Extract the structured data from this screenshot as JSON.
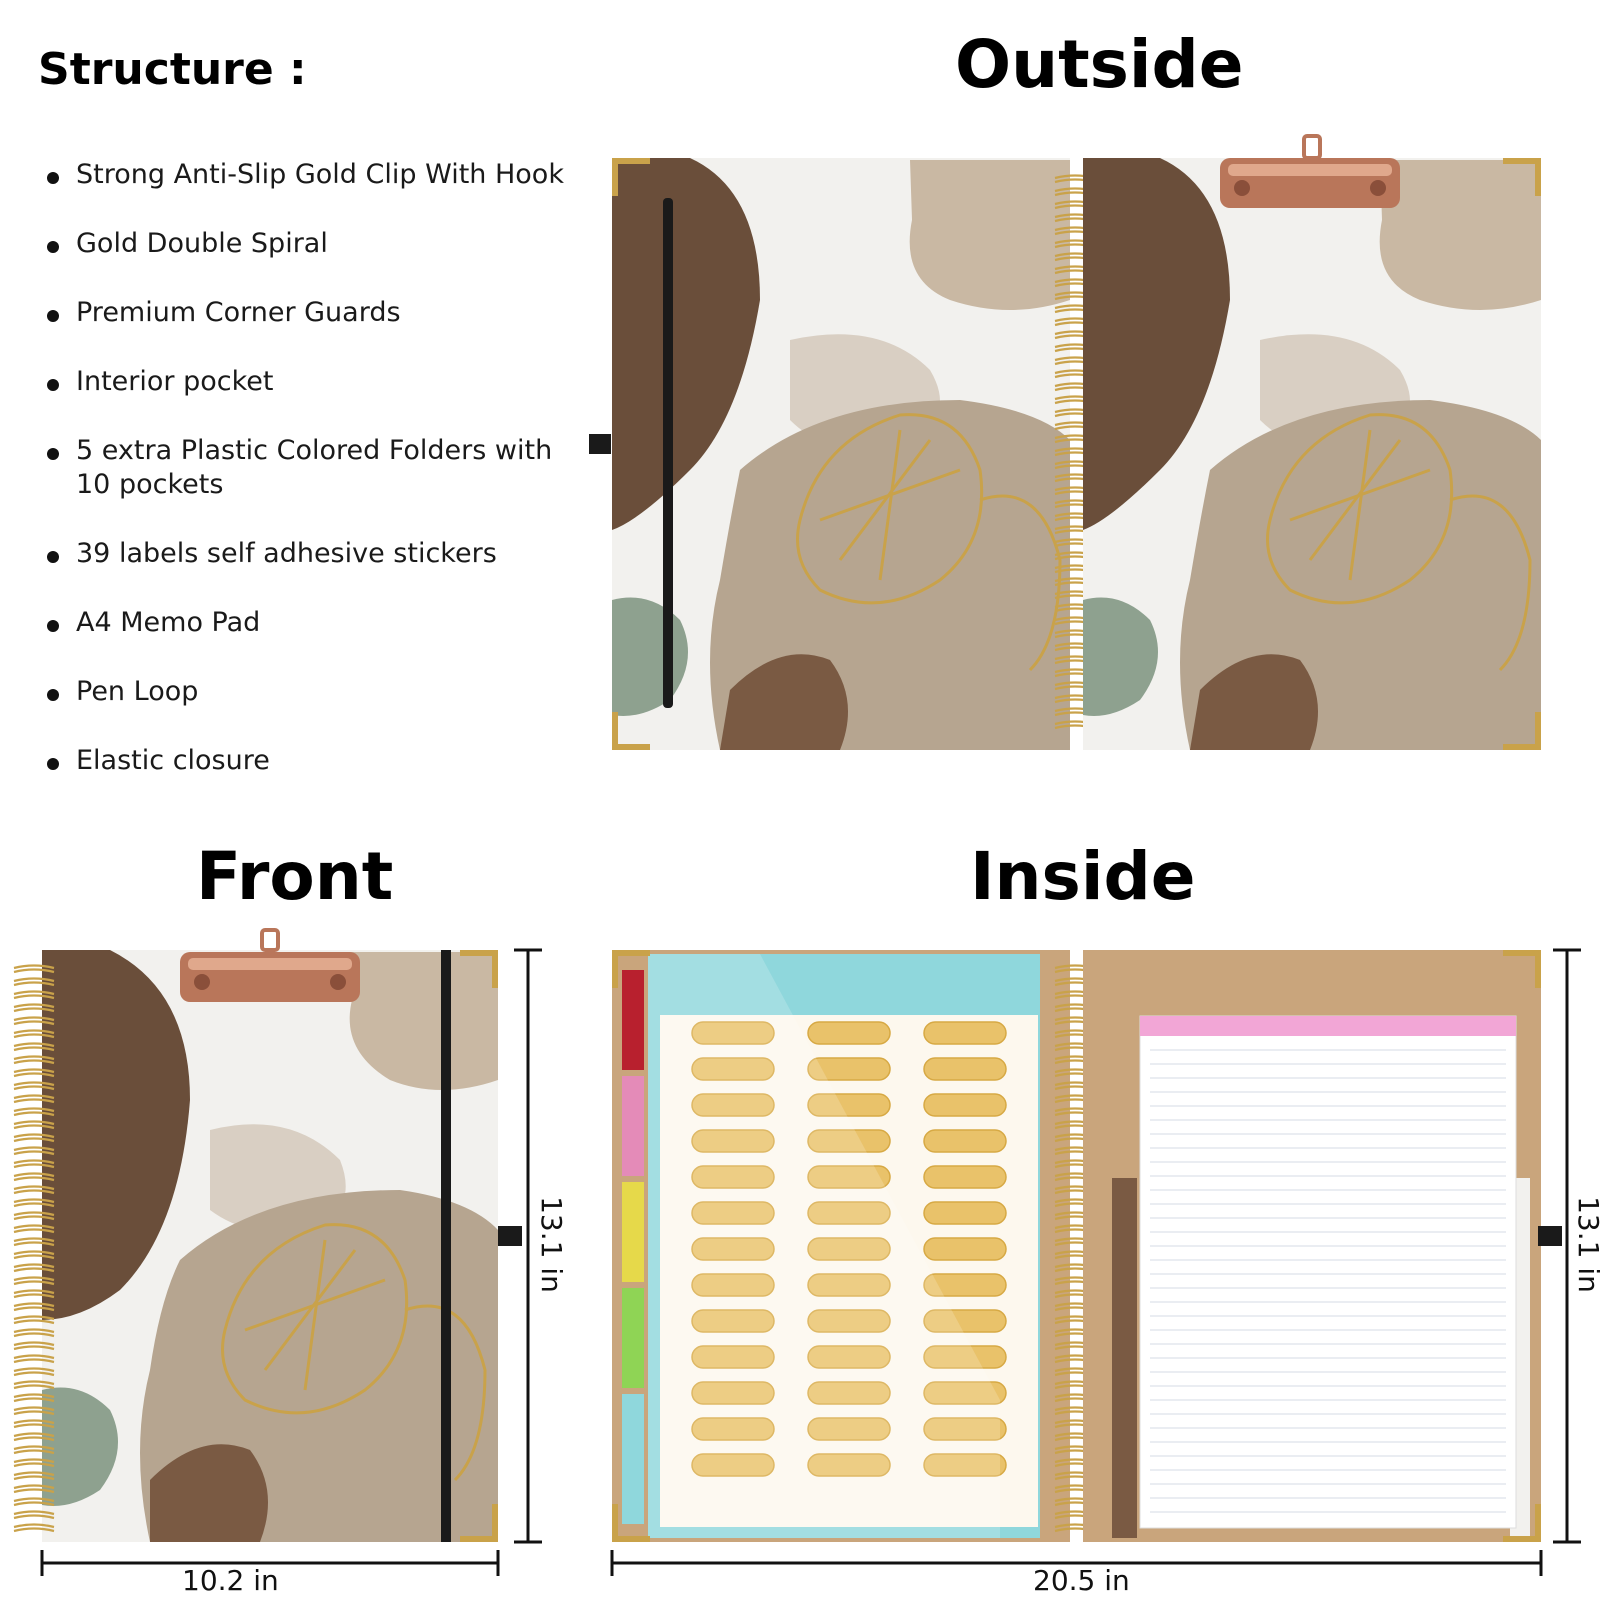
{
  "structure": {
    "title": "Structure :",
    "features": [
      "Strong Anti-Slip Gold Clip With Hook",
      "Gold Double Spiral",
      "Premium Corner Guards",
      "Interior pocket",
      "5 extra Plastic Colored Folders with 10 pockets",
      "39 labels self adhesive stickers",
      "A4 Memo Pad",
      "Pen Loop",
      "Elastic closure"
    ]
  },
  "sections": {
    "outside": "Outside",
    "front": "Front",
    "inside": "Inside"
  },
  "dimensions": {
    "front_width": "10.2 in",
    "front_height": "13.1 in",
    "inside_width": "20.5 in",
    "inside_height": "13.1 in"
  },
  "colors": {
    "dark_brown": "#6a4e3a",
    "beige": "#b6a590",
    "tan": "#c9b8a3",
    "sage": "#8ea18f",
    "gold": "#c9a24a",
    "rose_gold": "#b9765a",
    "folder_blue": "#8fd7dc",
    "kraft": "#c9a57c",
    "pad_pink": "#f2a6d6"
  }
}
